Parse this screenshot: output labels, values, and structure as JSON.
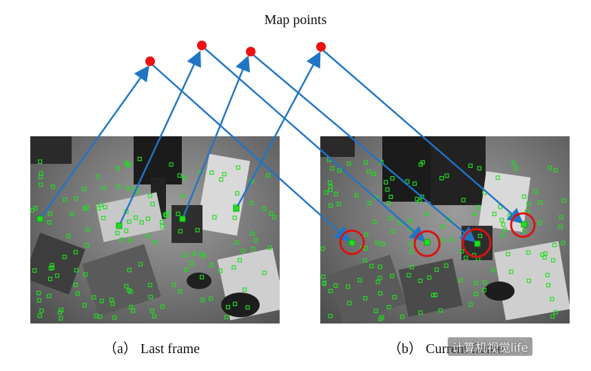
{
  "title": "Map points",
  "captions": {
    "last": "（a） Last frame",
    "current": "（b） Current frame"
  },
  "watermark": "计算机视觉life",
  "colors": {
    "map_point": "#ee1111",
    "arrow": "#1f75c4",
    "feature": "#22dd22",
    "match_circle": "#dd1111"
  }
}
